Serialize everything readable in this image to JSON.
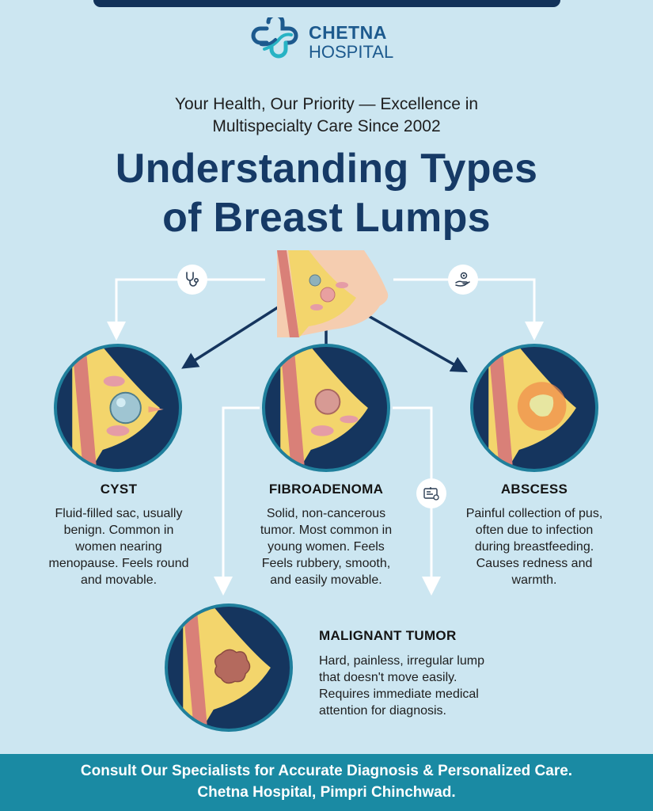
{
  "brand": {
    "name": "CHETNA",
    "subtitle": "HOSPITAL",
    "colors": {
      "navy": "#163a66",
      "teal": "#1a8aa3",
      "background": "#cce6f1"
    }
  },
  "tagline": {
    "line1": "Your Health, Our Priority — Excellence in",
    "line2": "Multispecialty Care Since 2002"
  },
  "title": {
    "line1": "Understanding Types",
    "line2": "of Breast Lumps"
  },
  "icons": {
    "left_badge": "stethoscope-icon",
    "right_badge": "hand-care-icon",
    "middle_badge": "medical-report-icon"
  },
  "lump_types": [
    {
      "name": "CYST",
      "description_lines": [
        "Fluid-filled sac, usually",
        "benign. Common in",
        "women nearing",
        "menopause. Feels round",
        "and movable."
      ]
    },
    {
      "name": "FIBROADENOMA",
      "description_lines": [
        "Solid, non-cancerous",
        "tumor. Most common in",
        "young women. Feels",
        "Feels rubbery, smooth,",
        "and easily movable."
      ]
    },
    {
      "name": "ABSCESS",
      "description_lines": [
        "Painful collection of pus,",
        "often due to infection",
        "during breastfeeding.",
        "Causes redness and",
        "warmth."
      ]
    },
    {
      "name": "MALIGNANT TUMOR",
      "description_lines": [
        "Hard, painless, irregular lump",
        "that doesn't move easily.",
        "Requires immediate medical",
        "attention for diagnosis."
      ]
    }
  ],
  "footer": {
    "line1": "Consult Our Specialists for Accurate Diagnosis & Personalized Care.",
    "line2": "Chetna Hospital, Pimpri Chinchwad."
  }
}
